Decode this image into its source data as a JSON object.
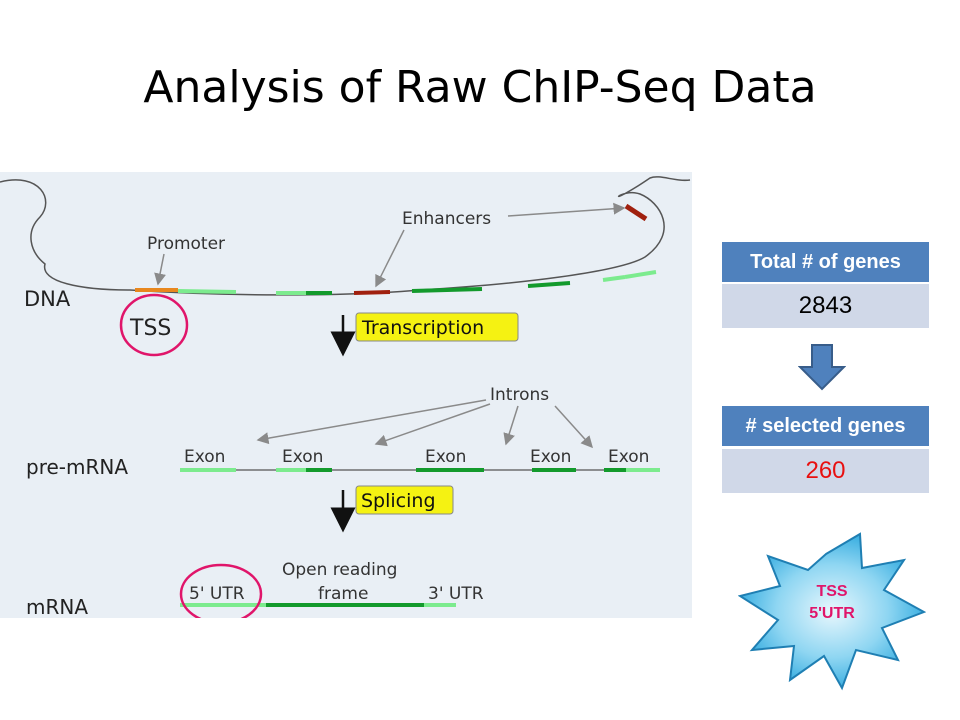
{
  "title": "Analysis of Raw ChIP-Seq Data",
  "diagram": {
    "labels": {
      "dna": "DNA",
      "promoter": "Promoter",
      "enhancers": "Enhancers",
      "tss": "TSS",
      "transcription": "Transcription",
      "introns": "Introns",
      "pre_mrna": "pre-mRNA",
      "exon": "Exon",
      "splicing": "Splicing",
      "mrna": "mRNA",
      "utr5": "5' UTR",
      "orf_line1": "Open reading",
      "orf_line2": "frame",
      "utr3": "3' UTR"
    },
    "colors": {
      "exon_light": "#7ceb8e",
      "exon_dark": "#139a2c",
      "promoter": "#e8871e",
      "enhancer": "#a0200e",
      "highlight": "#f5f212",
      "circle": "#e0156a"
    }
  },
  "stats": {
    "total_label": "Total # of genes",
    "total_value": "2843",
    "selected_label": "# selected genes",
    "selected_value": "260",
    "value_highlight_color": "#e81010"
  },
  "badge": {
    "line1": "TSS",
    "line2": "5'UTR",
    "color": "#e0156a"
  }
}
